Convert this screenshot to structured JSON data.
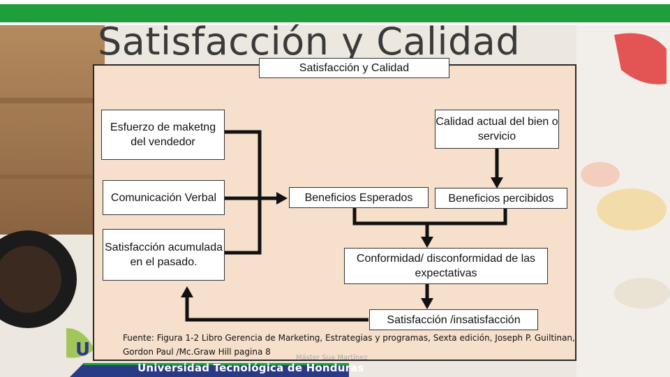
{
  "slide": {
    "title": "Satisfacción y Calidad",
    "diagram_title": "Satisfacción y Calidad"
  },
  "diagram": {
    "boxes": {
      "esfuerzo": "Esfuerzo de maketng del vendedor",
      "comunicacion": "Comunicación Verbal",
      "satisfaccion_pasado": "Satisfacción acumulada en el pasado.",
      "calidad_actual": "Calidad actual del bien o servicio",
      "beneficios_esperados": "Beneficios Esperados",
      "beneficios_percibidos": "Beneficios percibidos",
      "conformidad": "Conformidad/ disconformidad de las expectativas",
      "resultado": "Satisfacción /insatisfacción"
    }
  },
  "source": "Fuente: Figura 1-2 Libro Gerencia de Marketing, Estrategias y programas, Sexta edición, Joseph P. Guiltinan, Gordon Paul /Mc.Graw Hill pagina 8",
  "author": "Máster Sua Martínez",
  "footer": {
    "institution": "Universidad Tecnológica de Honduras"
  },
  "colors": {
    "green": "#1f9e3c",
    "panel": "#f6dfcb"
  }
}
